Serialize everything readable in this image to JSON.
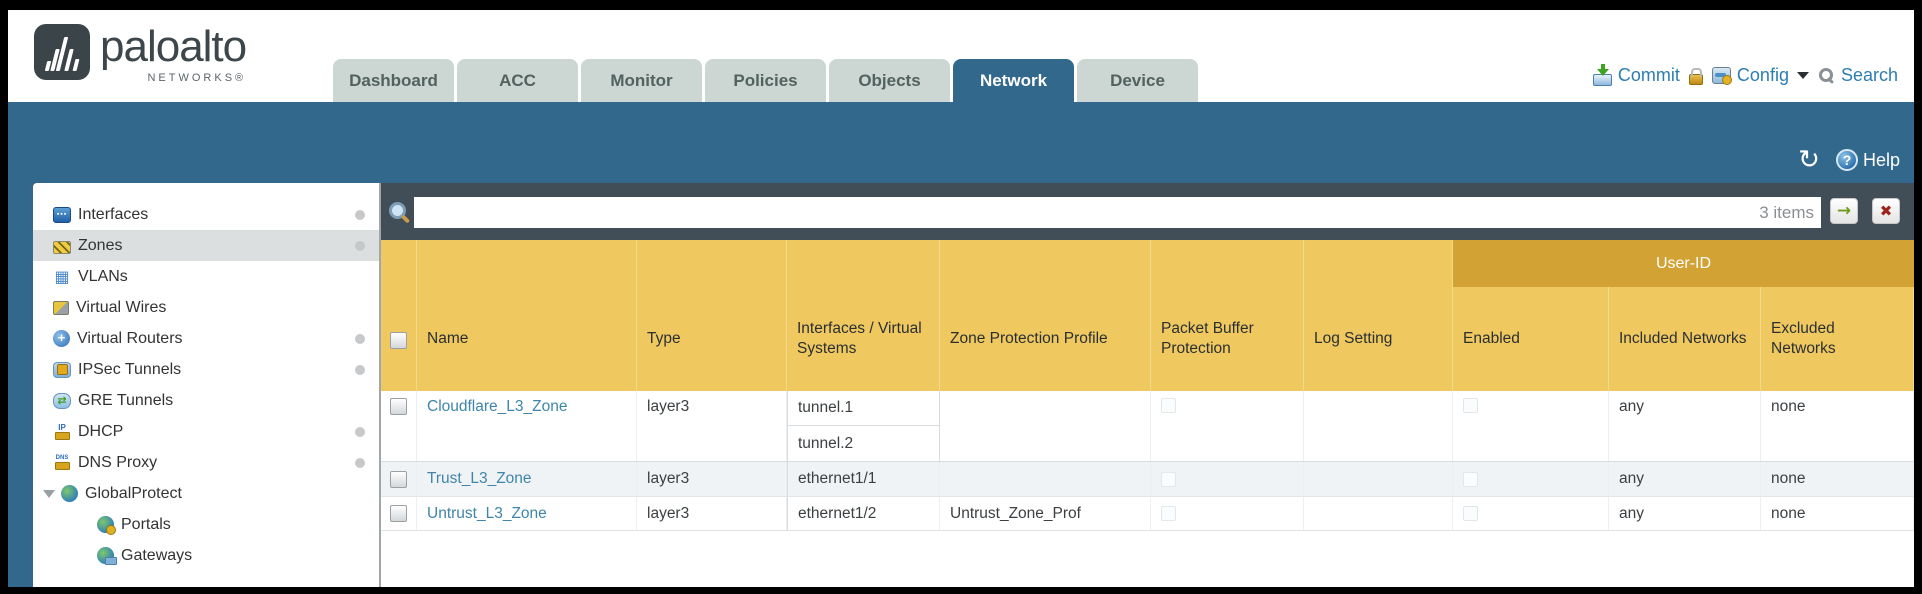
{
  "brand": {
    "name": "paloalto",
    "sub": "NETWORKS®"
  },
  "nav": {
    "tabs": [
      {
        "label": "Dashboard",
        "active": false
      },
      {
        "label": "ACC",
        "active": false
      },
      {
        "label": "Monitor",
        "active": false
      },
      {
        "label": "Policies",
        "active": false
      },
      {
        "label": "Objects",
        "active": false
      },
      {
        "label": "Network",
        "active": true
      },
      {
        "label": "Device",
        "active": false
      }
    ],
    "commit_label": "Commit",
    "config_label": "Config",
    "search_label": "Search"
  },
  "band": {
    "help_label": "Help"
  },
  "sidebar": {
    "items": [
      {
        "label": "Interfaces",
        "dot": true
      },
      {
        "label": "Zones",
        "dot": true,
        "selected": true
      },
      {
        "label": "VLANs",
        "dot": false
      },
      {
        "label": "Virtual Wires",
        "dot": false
      },
      {
        "label": "Virtual Routers",
        "dot": true
      },
      {
        "label": "IPSec Tunnels",
        "dot": true
      },
      {
        "label": "GRE Tunnels",
        "dot": false
      },
      {
        "label": "DHCP",
        "dot": true
      },
      {
        "label": "DNS Proxy",
        "dot": true
      },
      {
        "label": "GlobalProtect",
        "dot": false,
        "expanded": true
      },
      {
        "label": "Portals",
        "dot": false,
        "child": true
      },
      {
        "label": "Gateways",
        "dot": false,
        "child": true
      }
    ]
  },
  "toolbar": {
    "filter_value": "",
    "items_count": "3 items"
  },
  "table": {
    "group_header": "User-ID",
    "columns": [
      "Name",
      "Type",
      "Interfaces / Virtual Systems",
      "Zone Protection Profile",
      "Packet Buffer Protection",
      "Log Setting",
      "Enabled",
      "Included Networks",
      "Excluded Networks"
    ],
    "rows": [
      {
        "name": "Cloudflare_L3_Zone",
        "type": "layer3",
        "interfaces": [
          "tunnel.1",
          "tunnel.2"
        ],
        "zone_protection_profile": "",
        "log_setting": "",
        "included_networks": "any",
        "excluded_networks": "none"
      },
      {
        "name": "Trust_L3_Zone",
        "type": "layer3",
        "interfaces": [
          "ethernet1/1"
        ],
        "zone_protection_profile": "",
        "log_setting": "",
        "included_networks": "any",
        "excluded_networks": "none"
      },
      {
        "name": "Untrust_L3_Zone",
        "type": "layer3",
        "interfaces": [
          "ethernet1/2"
        ],
        "zone_protection_profile": "Untrust_Zone_Prof",
        "log_setting": "",
        "included_networks": "any",
        "excluded_networks": "none"
      }
    ]
  },
  "icons": {
    "refresh": "↻",
    "help": "?",
    "go_arrow": "→",
    "close": "✖"
  },
  "colors": {
    "teal": "#32688c",
    "slate": "#414d57",
    "header_gold": "#efc95f",
    "userid_gold": "#d2a334",
    "link_blue": "#3e85aa"
  }
}
